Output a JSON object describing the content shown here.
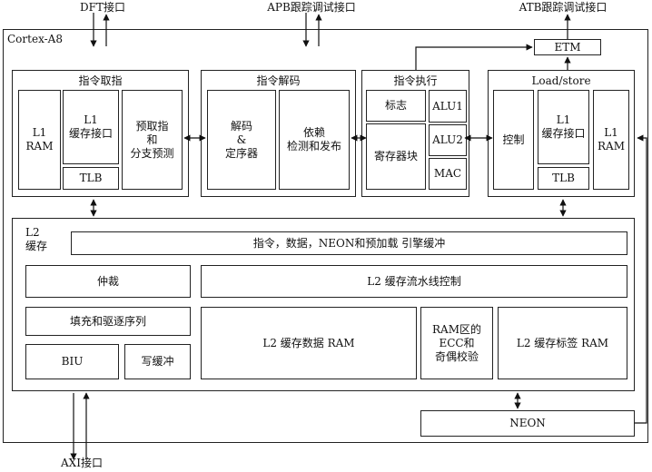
{
  "ports": {
    "dft": "DFT接口",
    "apb": "APB跟踪调试接口",
    "atb": "ATB跟踪调试接口",
    "axi": "AXI接口"
  },
  "core": {
    "title": "Cortex-A8"
  },
  "etm": "ETM",
  "fetch": {
    "title": "指令取指",
    "l1ram": "L1\nRAM",
    "l1cache": "L1\n缓存接口",
    "tlb": "TLB",
    "prefetch": "预取指\n和\n分支预测"
  },
  "decode": {
    "title": "指令解码",
    "decoder": "解码\n&\n定序器",
    "dependency": "依赖\n检测和发布"
  },
  "execute": {
    "title": "指令执行",
    "flags": "标志",
    "regfile": "寄存器块",
    "alu1": "ALU1",
    "alu2": "ALU2",
    "mac": "MAC"
  },
  "loadstore": {
    "title": "Load/store",
    "control": "控制",
    "l1cache": "L1\n缓存接口",
    "tlb": "TLB",
    "l1ram": "L1\nRAM"
  },
  "l2": {
    "title": "L2\n缓存",
    "buffer": "指令，数据，NEON和预加载 引擎缓冲",
    "arbiter": "仲裁",
    "pipeline": "L2 缓存流水线控制",
    "fill": "填充和驱逐序列",
    "data_ram": "L2 缓存数据 RAM",
    "ecc": "RAM区的\nECC和\n奇偶校验",
    "tag_ram": "L2 缓存标签 RAM",
    "biu": "BIU",
    "write_buffer": "写缓冲"
  },
  "neon": "NEON"
}
